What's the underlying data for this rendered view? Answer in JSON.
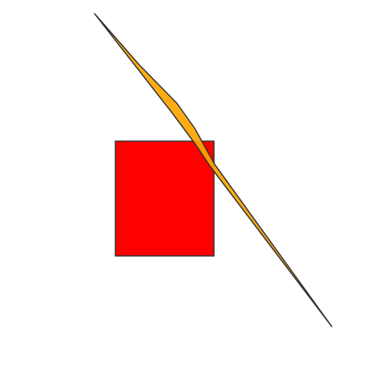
{
  "colors": {
    "background": "#ffffff",
    "red_square_fill": "#ff0000",
    "orange_shape_fill": "#ffa500",
    "stroke": "#333333"
  },
  "shapes": [
    {
      "name": "red-square",
      "kind": "rectangle"
    },
    {
      "name": "orange-sliver",
      "kind": "polygon"
    }
  ]
}
